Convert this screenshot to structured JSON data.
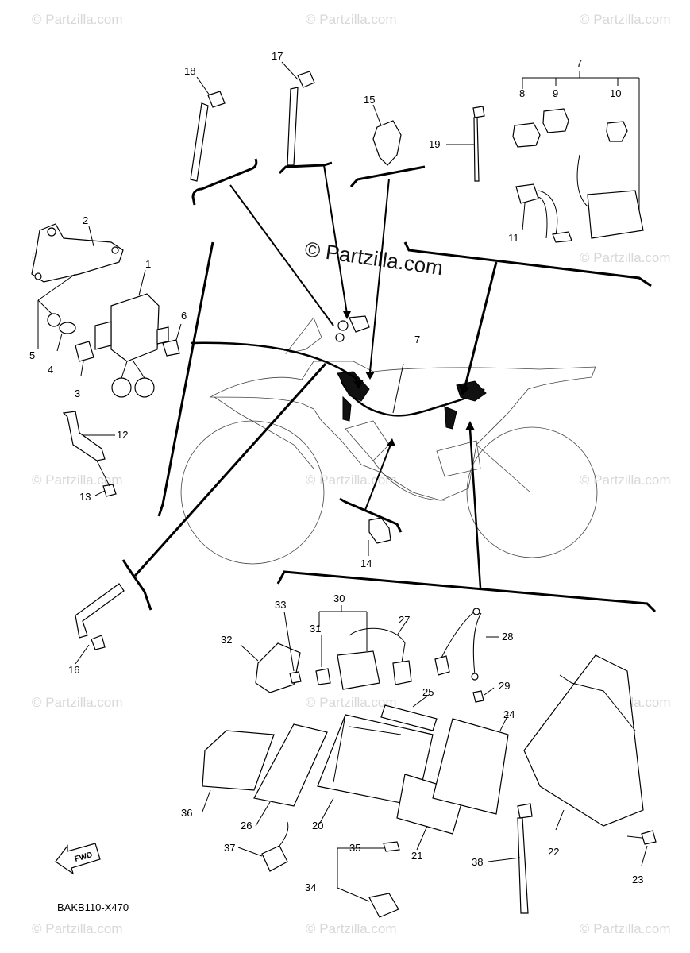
{
  "diagram_code": "BAKB110-X470",
  "fwd_label": "FWD",
  "center_watermark": "© Partzilla.com",
  "background_watermark": "© Partzilla.com",
  "callouts": {
    "c1": "1",
    "c2": "2",
    "c3": "3",
    "c4": "4",
    "c5": "5",
    "c6": "6",
    "c7a": "7",
    "c7b": "7",
    "c8": "8",
    "c9": "9",
    "c10": "10",
    "c11": "11",
    "c12": "12",
    "c13": "13",
    "c14": "14",
    "c15": "15",
    "c16": "16",
    "c17": "17",
    "c18": "18",
    "c19": "19",
    "c20": "20",
    "c21": "21",
    "c22": "22",
    "c23": "23",
    "c24": "24",
    "c25": "25",
    "c26": "26",
    "c27": "27",
    "c28": "28",
    "c29": "29",
    "c30": "30",
    "c31": "31",
    "c32": "32",
    "c33": "33",
    "c34": "34",
    "c35": "35",
    "c36": "36",
    "c37": "37",
    "c38": "38"
  }
}
